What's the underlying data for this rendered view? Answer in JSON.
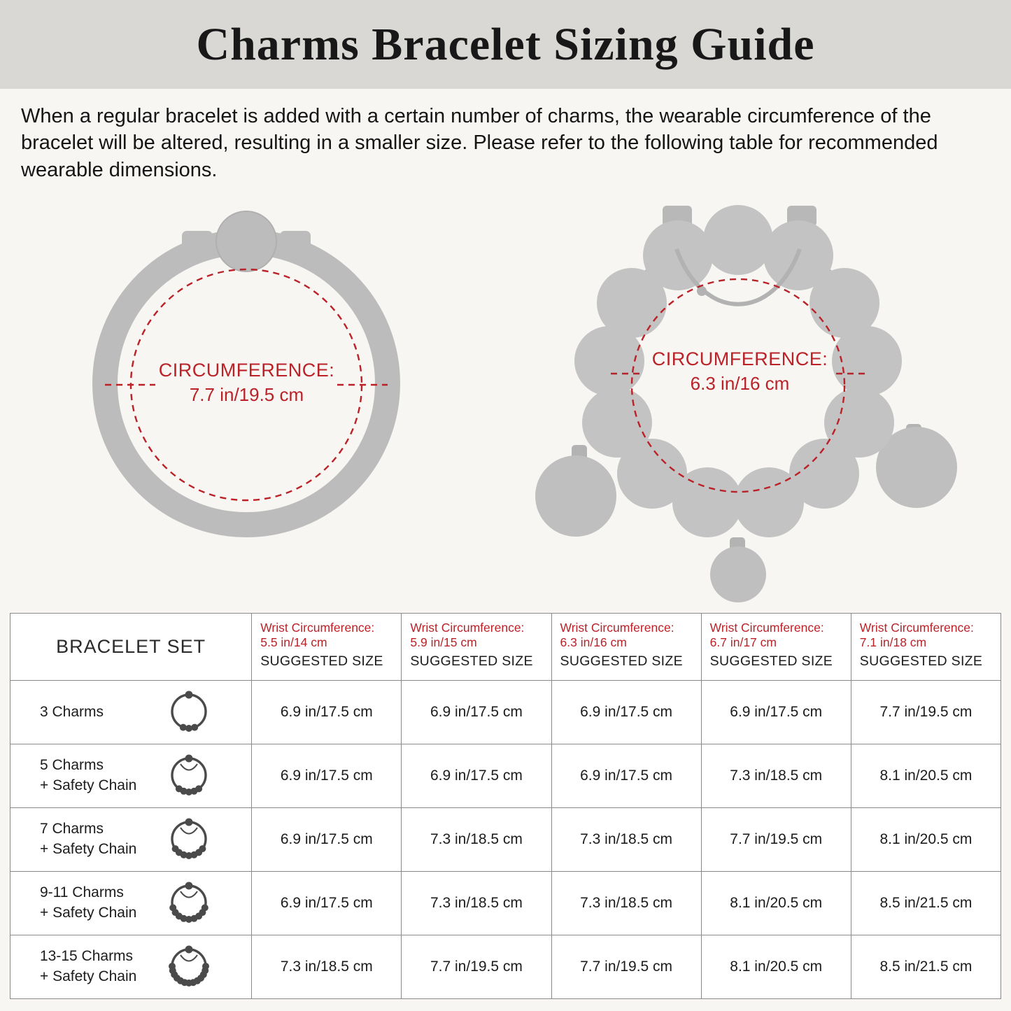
{
  "header": {
    "title": "Charms Bracelet Sizing Guide"
  },
  "intro": {
    "text": "When a regular bracelet is added with a certain number of charms, the wearable circumference of the bracelet will be altered, resulting in a smaller size. Please refer to the following table for recommended wearable dimensions."
  },
  "figures": {
    "plain": {
      "label": "CIRCUMFERENCE:",
      "value": "7.7 in/19.5 cm"
    },
    "charms": {
      "label": "CIRCUMFERENCE:",
      "value": "6.3 in/16 cm"
    }
  },
  "colors": {
    "accent_red": "#bb2228",
    "bracelet_gray": "#bcbcbc",
    "title_band_gray": "#d9d8d5",
    "table_border_gray": "#8a8a8a"
  },
  "table": {
    "set_header": "BRACELET SET",
    "columns": [
      {
        "line1": "Wrist Circumference:",
        "line2": "5.5 in/14 cm",
        "line3": "SUGGESTED SIZE"
      },
      {
        "line1": "Wrist Circumference:",
        "line2": "5.9 in/15 cm",
        "line3": "SUGGESTED SIZE"
      },
      {
        "line1": "Wrist Circumference:",
        "line2": "6.3 in/16 cm",
        "line3": "SUGGESTED SIZE"
      },
      {
        "line1": "Wrist Circumference:",
        "line2": "6.7 in/17 cm",
        "line3": "SUGGESTED SIZE"
      },
      {
        "line1": "Wrist Circumference:",
        "line2": "7.1 in/18 cm",
        "line3": "SUGGESTED SIZE"
      }
    ],
    "rows": [
      {
        "line1": "3 Charms",
        "line2": "",
        "values": [
          "6.9 in/17.5 cm",
          "6.9 in/17.5 cm",
          "6.9 in/17.5 cm",
          "6.9 in/17.5 cm",
          "7.7 in/19.5 cm"
        ]
      },
      {
        "line1": "5 Charms",
        "line2": "+ Safety Chain",
        "values": [
          "6.9 in/17.5 cm",
          "6.9 in/17.5 cm",
          "6.9 in/17.5 cm",
          "7.3 in/18.5 cm",
          "8.1 in/20.5 cm"
        ]
      },
      {
        "line1": "7 Charms",
        "line2": "+ Safety Chain",
        "values": [
          "6.9 in/17.5 cm",
          "7.3 in/18.5 cm",
          "7.3 in/18.5 cm",
          "7.7 in/19.5 cm",
          "8.1 in/20.5 cm"
        ]
      },
      {
        "line1": "9-11 Charms",
        "line2": "+ Safety Chain",
        "values": [
          "6.9 in/17.5 cm",
          "7.3 in/18.5 cm",
          "7.3 in/18.5 cm",
          "8.1 in/20.5 cm",
          "8.5 in/21.5 cm"
        ]
      },
      {
        "line1": "13-15 Charms",
        "line2": "+ Safety Chain",
        "values": [
          "7.3 in/18.5 cm",
          "7.7 in/19.5 cm",
          "7.7 in/19.5 cm",
          "8.1 in/20.5 cm",
          "8.5 in/21.5 cm"
        ]
      }
    ]
  }
}
